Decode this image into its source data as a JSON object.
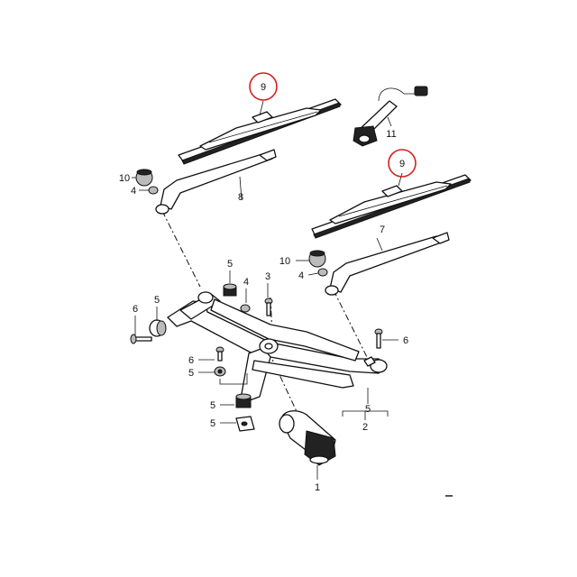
{
  "callouts": {
    "c1": "1",
    "c2": "2",
    "c3": "3",
    "c4a": "4",
    "c4b": "4",
    "c4c": "4",
    "c5a": "5",
    "c5b": "5",
    "c5c": "5",
    "c5d": "5",
    "c5e": "5",
    "c5f": "5",
    "c6a": "6",
    "c6b": "6",
    "c6c": "6",
    "c7": "7",
    "c8": "8",
    "c9a": "9",
    "c9b": "9",
    "c10a": "10",
    "c10b": "10",
    "c11": "11"
  },
  "colors": {
    "highlight_ring": "#d32020",
    "line": "#111111"
  }
}
